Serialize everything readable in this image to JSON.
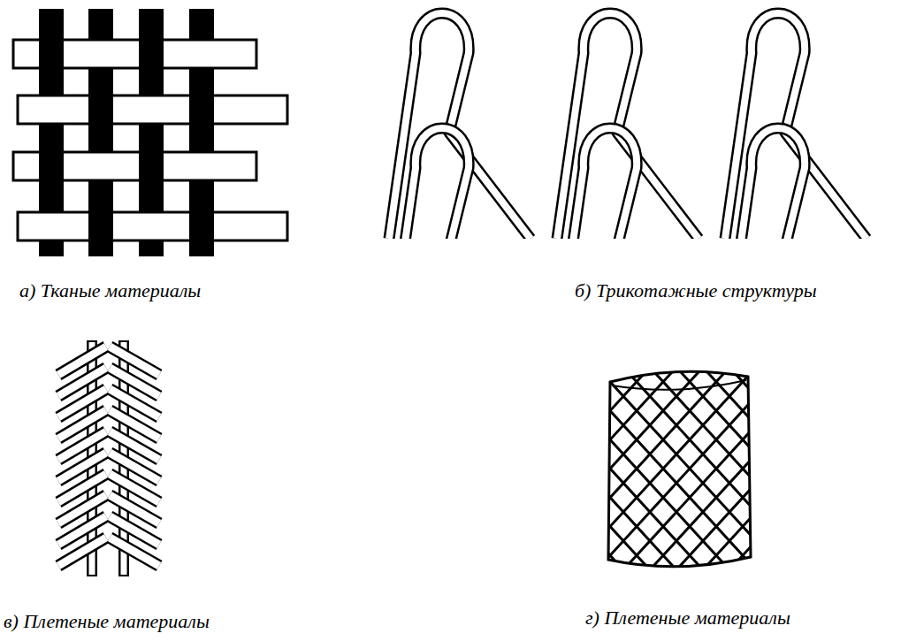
{
  "diagram": {
    "labels": [
      "а) Тканые материалы",
      "б) Трикотажные структуры",
      "в) Плетеные материалы",
      "г) Плетеные материалы"
    ]
  }
}
